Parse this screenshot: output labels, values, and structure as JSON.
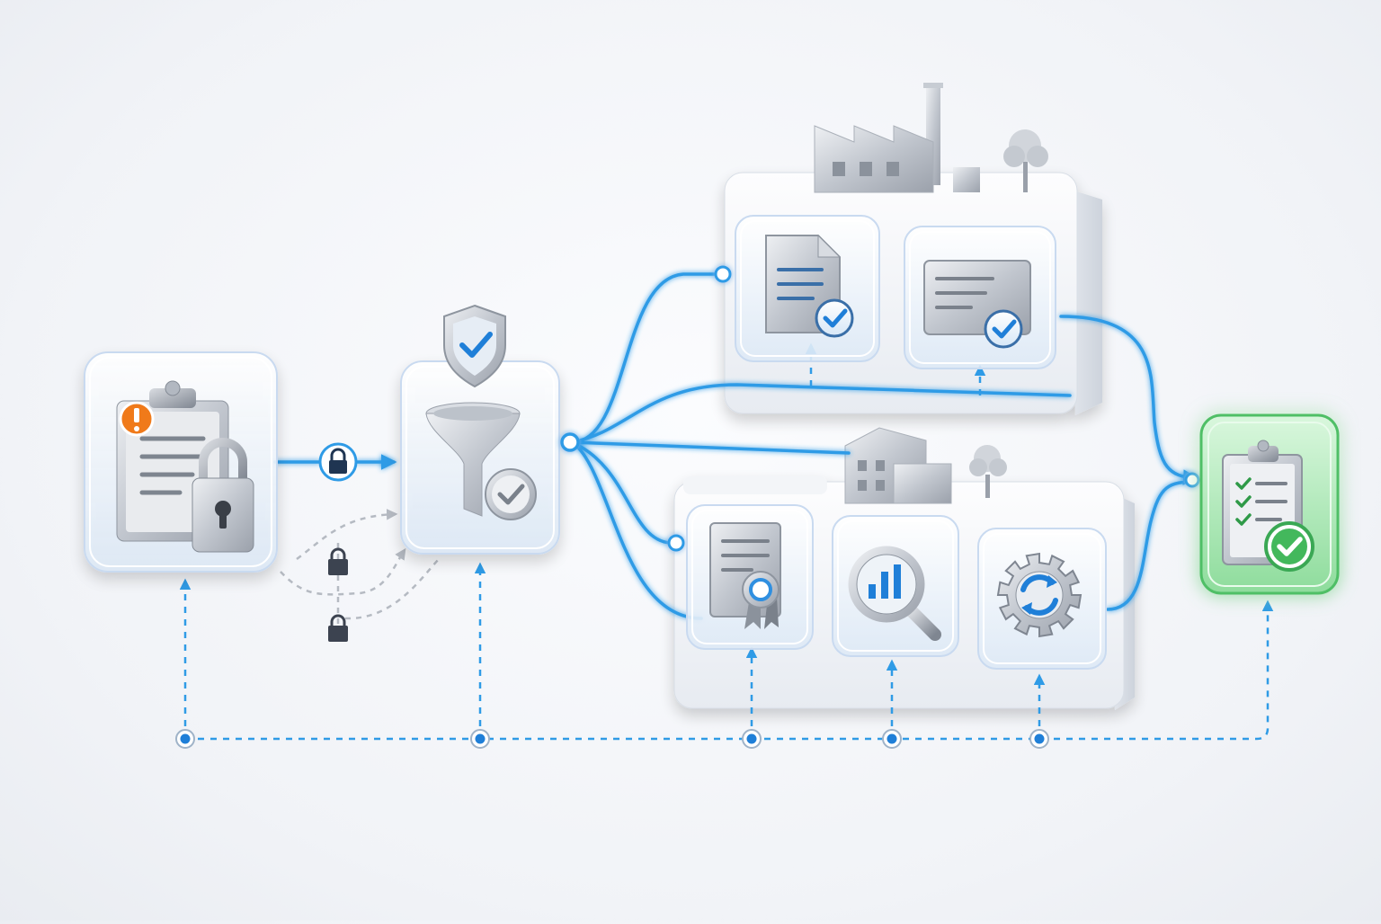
{
  "colors": {
    "flow_blue": "#2f9be6",
    "flow_blue_light": "#7cc6f5",
    "check_blue": "#1f7fd8",
    "alert_orange": "#f07a1a",
    "success_green": "#43b85c",
    "success_green_light": "#bff0c5",
    "lock_dark": "#1f3552",
    "metal": "#b9bec6",
    "glass": "#eef5fc",
    "dashed_gray": "#b5bac2"
  },
  "nodes": [
    {
      "id": "restricted-data",
      "icon": "clipboard-lock-alert-icon"
    },
    {
      "id": "secure-filter",
      "icon": "shield-funnel-check-icon"
    },
    {
      "id": "plant-a-document-approval",
      "icon": "document-check-icon"
    },
    {
      "id": "plant-a-form-approval",
      "icon": "form-check-icon"
    },
    {
      "id": "plant-b-certificate",
      "icon": "certificate-ribbon-icon"
    },
    {
      "id": "plant-b-analytics",
      "icon": "magnifier-chart-icon"
    },
    {
      "id": "plant-b-processing",
      "icon": "gear-cycle-icon"
    },
    {
      "id": "approved-result",
      "icon": "clipboard-checklist-check-icon"
    }
  ],
  "facilities": [
    {
      "id": "plant-a",
      "icon": "factory-icon"
    },
    {
      "id": "plant-b",
      "icon": "office-building-icon"
    }
  ],
  "timeline_points": 6
}
